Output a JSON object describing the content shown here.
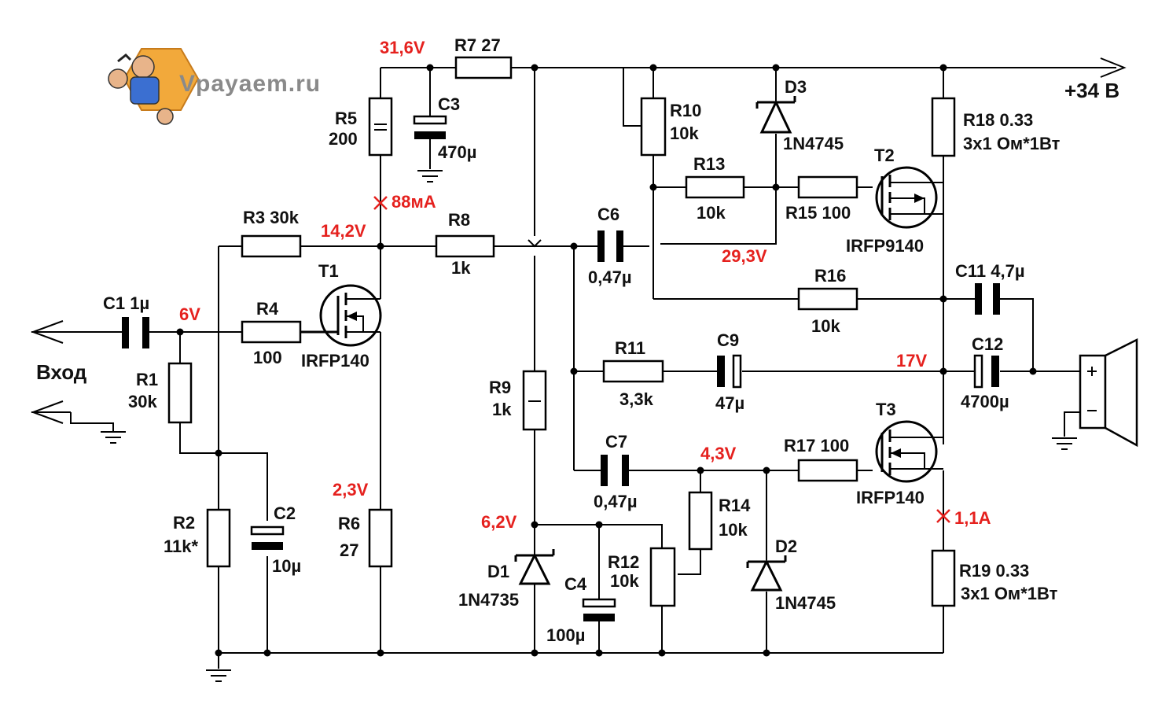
{
  "logo": {
    "text": "Vpayaem.ru"
  },
  "supply": {
    "label": "+34 В"
  },
  "input": {
    "label": "Вход"
  },
  "components": {
    "R1": [
      "R1",
      "30k"
    ],
    "R2": [
      "R2",
      "11k*"
    ],
    "R3": [
      "R3  30k"
    ],
    "R4": [
      "R4",
      "100"
    ],
    "R5": [
      "R5",
      "200"
    ],
    "R6": [
      "R6",
      "27"
    ],
    "R7": [
      "R7 27"
    ],
    "R8": [
      "R8",
      "1k"
    ],
    "R9": [
      "R9",
      "1k"
    ],
    "R10": [
      "R10",
      "10k"
    ],
    "R11": [
      "R11",
      "3,3k"
    ],
    "R12": [
      "R12",
      "10k"
    ],
    "R13": [
      "R13",
      "10k"
    ],
    "R14": [
      "R14",
      "10k"
    ],
    "R15": [
      "R15 100"
    ],
    "R16": [
      "R16",
      "10k"
    ],
    "R17": [
      "R17  100"
    ],
    "R18": [
      "R18 0.33",
      "3х1 Ом*1Вт"
    ],
    "R19": [
      "R19 0.33",
      "3х1 Ом*1Вт"
    ],
    "C1": [
      "C1  1µ"
    ],
    "C2": [
      "C2",
      "10µ"
    ],
    "C3": [
      "C3",
      "470µ"
    ],
    "C4": [
      "C4",
      "100µ"
    ],
    "C6": [
      "C6",
      "0,47µ"
    ],
    "C7": [
      "C7",
      "0,47µ"
    ],
    "C9": [
      "C9",
      "47µ"
    ],
    "C11": [
      "C11  4,7µ"
    ],
    "C12": [
      "C12",
      "4700µ"
    ],
    "D1": [
      "D1",
      "1N4735"
    ],
    "D2": [
      "D2",
      "1N4745"
    ],
    "D3": [
      "D3",
      "1N4745"
    ],
    "T1": [
      "T1",
      "IRFP140"
    ],
    "T2": [
      "T2",
      "IRFP9140"
    ],
    "T3": [
      "T3",
      "IRFP140"
    ]
  },
  "measurements": {
    "v_31_6": "31,6V",
    "v_14_2": "14,2V",
    "v_6": "6V",
    "v_2_3": "2,3V",
    "v_6_2": "6,2V",
    "v_29_3": "29,3V",
    "v_17": "17V",
    "v_4_3": "4,3V",
    "i_88": "88мА",
    "i_1_1": "1,1А"
  },
  "colors": {
    "measurement": "#e5211e",
    "wire": "#000000",
    "logo": "#8a8a8a"
  }
}
